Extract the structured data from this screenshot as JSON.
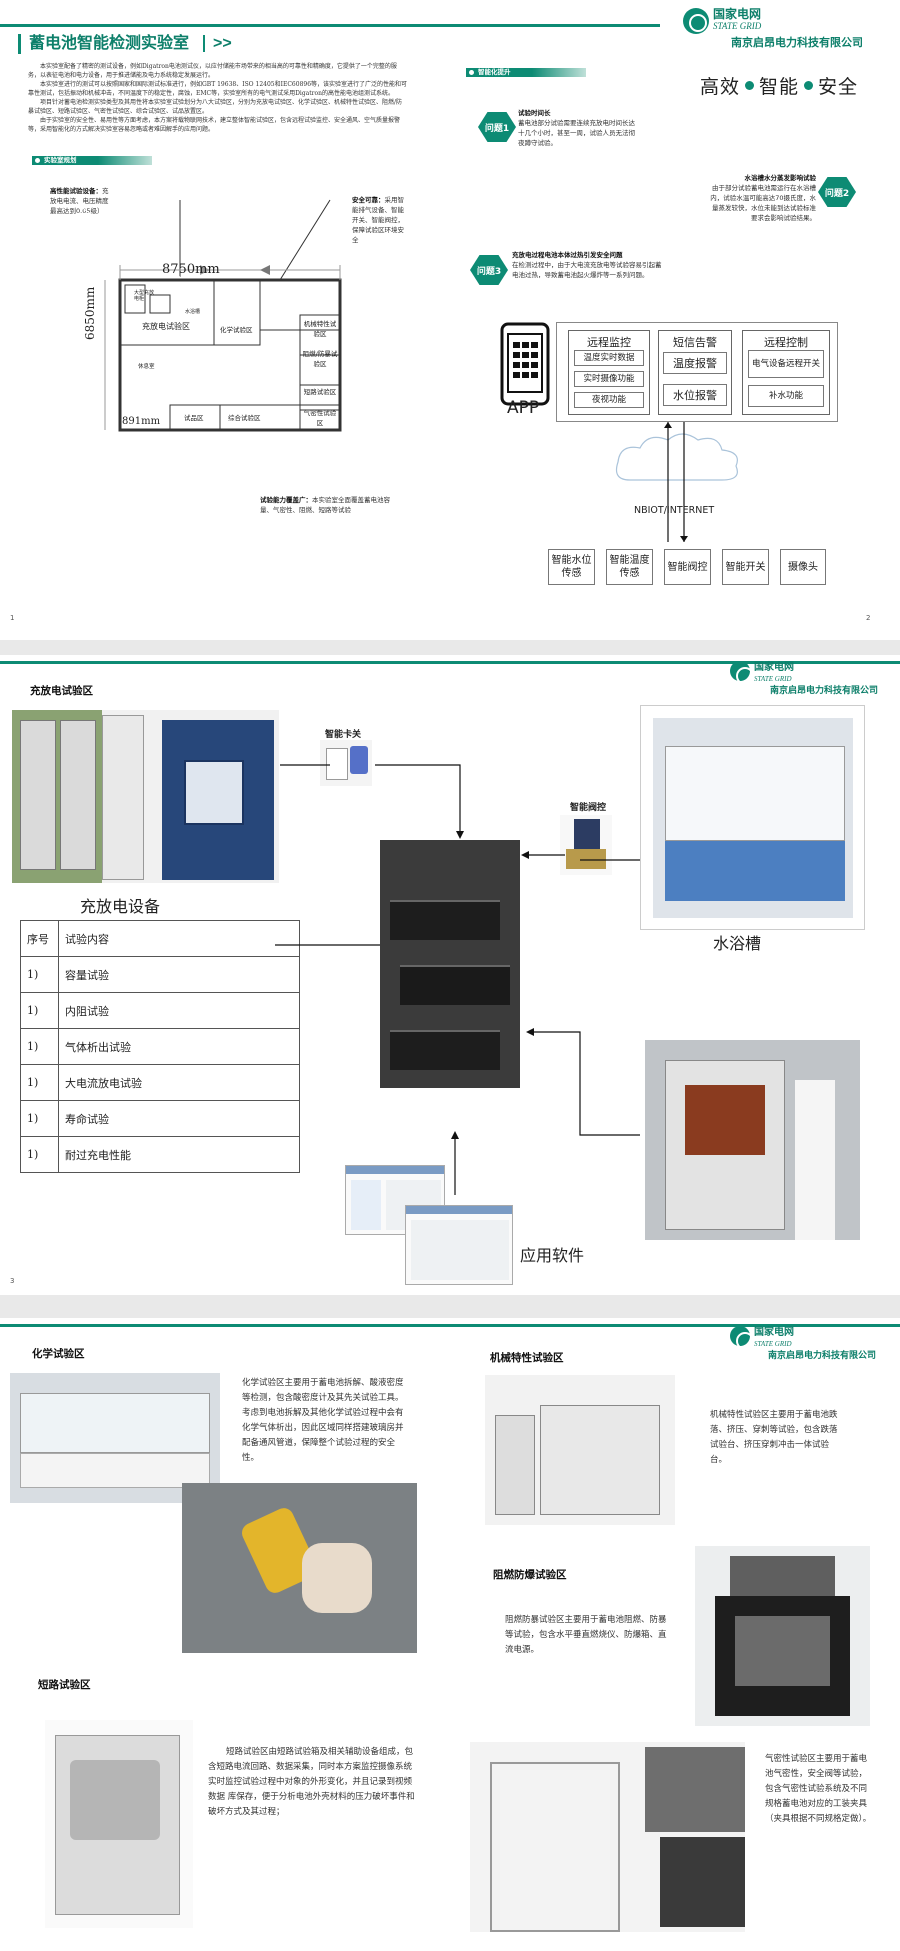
{
  "brand": {
    "cn": "国家电网",
    "en": "STATE GRID",
    "company": "南京启昂电力科技有限公司"
  },
  "page1": {
    "title": "蓄电池智能检测实验室",
    "title_arrows": ">>",
    "intro": [
      "本实验室配备了精密的测试设备，例如Digatron电池测试仪，以应付储能市场带来的相当高的可靠性和精确度，它提供了一个完整的服务，以表征电池和电力设备，用于推进储能及电力系统稳定发展运行。",
      "本实验室进行的测试可以按照国家和国际测试标准进行，例如GBT 19638、ISO 12405和IEC60896等，该实验室进行了广泛的性能和可靠性测试，包括振动和机械冲击，不同温度下的稳定性，腐蚀，EMC等，实验室所有的电气测试采用Digatron的高性能电池组测试系统。",
      "项目针对蓄电池检测实验类型及其用性将本实验室试验划分为八大试验区，分别为充放电试验区、化学试验区、机械特性试验区、阻燃/防暴试验区、短路试验区、气密性试验区、综合试验区、试品放置区。",
      "由于实验室的安全性、易用性等方面考虑，本方案将载物联网技术，建立整体智能试验区，包含远程试验监控、安全通风、空气质量报警等，采用智能化的方式解决实验室容易忽略或者难因解手的应用问题。"
    ],
    "sec_plan": "实验室规划",
    "sec_smart": "智能化提升",
    "slogan": [
      "高效",
      "智能",
      "安全"
    ],
    "callout_hp": {
      "bold": "高性能试验设备：",
      "text": "充放电电流、电压精度最高达到0.05级）"
    },
    "callout_safe": {
      "bold": "安全可靠：",
      "text": "采用智能排气设备、智能开关、智能阀控，保障试验区环境安全"
    },
    "callout_cover": {
      "bold": "试验能力覆盖广：",
      "text": "本实验室全面覆盖蓄电池容量、气密性、阻燃、短路等试验"
    },
    "floor": {
      "width_label": "8750mm",
      "height_label": "6850mm",
      "door_label": "891mm",
      "rooms": [
        "充放电试验区",
        "化学试验区",
        "机械特性试验区",
        "阻燃/防暴试验区",
        "短路试验区",
        "试品区",
        "综合试验区",
        "气密性试验区",
        "休息室",
        "水浴槽",
        "大型充放电柜"
      ]
    },
    "problems": [
      {
        "tag": "问题1",
        "title": "试验时间长",
        "text": "蓄电池部分试验需要连续充放电时间长达十几个小时，甚至一周，试验人员无法彻夜蹲守试验。"
      },
      {
        "tag": "问题2",
        "title": "水浴槽水分蒸发影响试验",
        "text": "由于部分试验蓄电池需运行在水浴槽内，试验水温可能高达70摄氏度，水量蒸发较快，水位未能到达试验标准要求会影响试验结果。"
      },
      {
        "tag": "问题3",
        "title": "充放电过程电池本体过热引发安全问题",
        "text": "在检测过程中，由于大电流充放电等试验容易引起蓄电池过热，导致蓄电池起火爆炸等一系列问题。"
      }
    ],
    "system": {
      "app": "APP",
      "groups": [
        {
          "title": "远程监控",
          "items": [
            "温度实时数据",
            "实时摄像功能",
            "夜视功能"
          ]
        },
        {
          "title": "短信告警",
          "items": [
            "温度报警",
            "水位报警"
          ]
        },
        {
          "title": "远程控制",
          "items": [
            "电气设备远程开关",
            "补水功能"
          ]
        }
      ],
      "network": "NBIOT/INTERNET",
      "sensors": [
        "智能水位传感",
        "智能温度传感",
        "智能阀控",
        "智能开关",
        "摄像头"
      ]
    },
    "page_no_left": "1",
    "page_no_right": "2"
  },
  "page2": {
    "sec_title": "充放电试验区",
    "smart_switch": "智能卡关",
    "smart_valve": "智能阀控",
    "equip_caption": "充放电设备",
    "bath_caption": "水浴槽",
    "software_caption": "应用软件",
    "table": {
      "header": [
        "序号",
        "试验内容"
      ],
      "rows": [
        [
          "1)",
          "容量试验"
        ],
        [
          "1)",
          "内阻试验"
        ],
        [
          "1)",
          "气体析出试验"
        ],
        [
          "1)",
          "大电流放电试验"
        ],
        [
          "1)",
          "寿命试验"
        ],
        [
          "1)",
          "耐过充电性能"
        ]
      ]
    },
    "page_no": "3"
  },
  "page3": {
    "chem": {
      "title": "化学试验区",
      "text": "化学试验区主要用于蓄电池拆解、酸液密度等检测，包含酸密度计及其先关试验工具。考虑到电池拆解及其他化学试验过程中会有化学气体析出，因此区域同样搭建玻璃房并配备通风管道，保障整个试验过程的安全性。"
    },
    "mech": {
      "title": "机械特性试验区",
      "text": "机械特性试验区主要用于蓄电池跌落、挤压、穿刺等试验，包含跌落试验台、挤压穿刺冲击一体试验台。"
    },
    "flame": {
      "title": "阻燃防爆试验区",
      "text": "阻燃防暴试验区主要用于蓄电池阻燃、防暴等试验，包含水平垂直燃烧仪、防爆箱、直流电源。"
    },
    "short": {
      "title": "短路试验区",
      "text": "短路试验区由短路试验箱及相关辅助设备组成，包含短路电流回路、数据采集，同时本方案监控摄像系统实时监控试验过程中对象的外形变化，并且记录到视频数据 库保存，便于分析电池外壳材料的压力破坏事件和破坏方式及其过程；"
    },
    "air": {
      "text": "气密性试验区主要用于蓄电池气密性，安全阀等试验，包含气密性试验系统及不同规格蓄电池对应的工装夹具（夹具根据不同规格定做）。"
    }
  }
}
